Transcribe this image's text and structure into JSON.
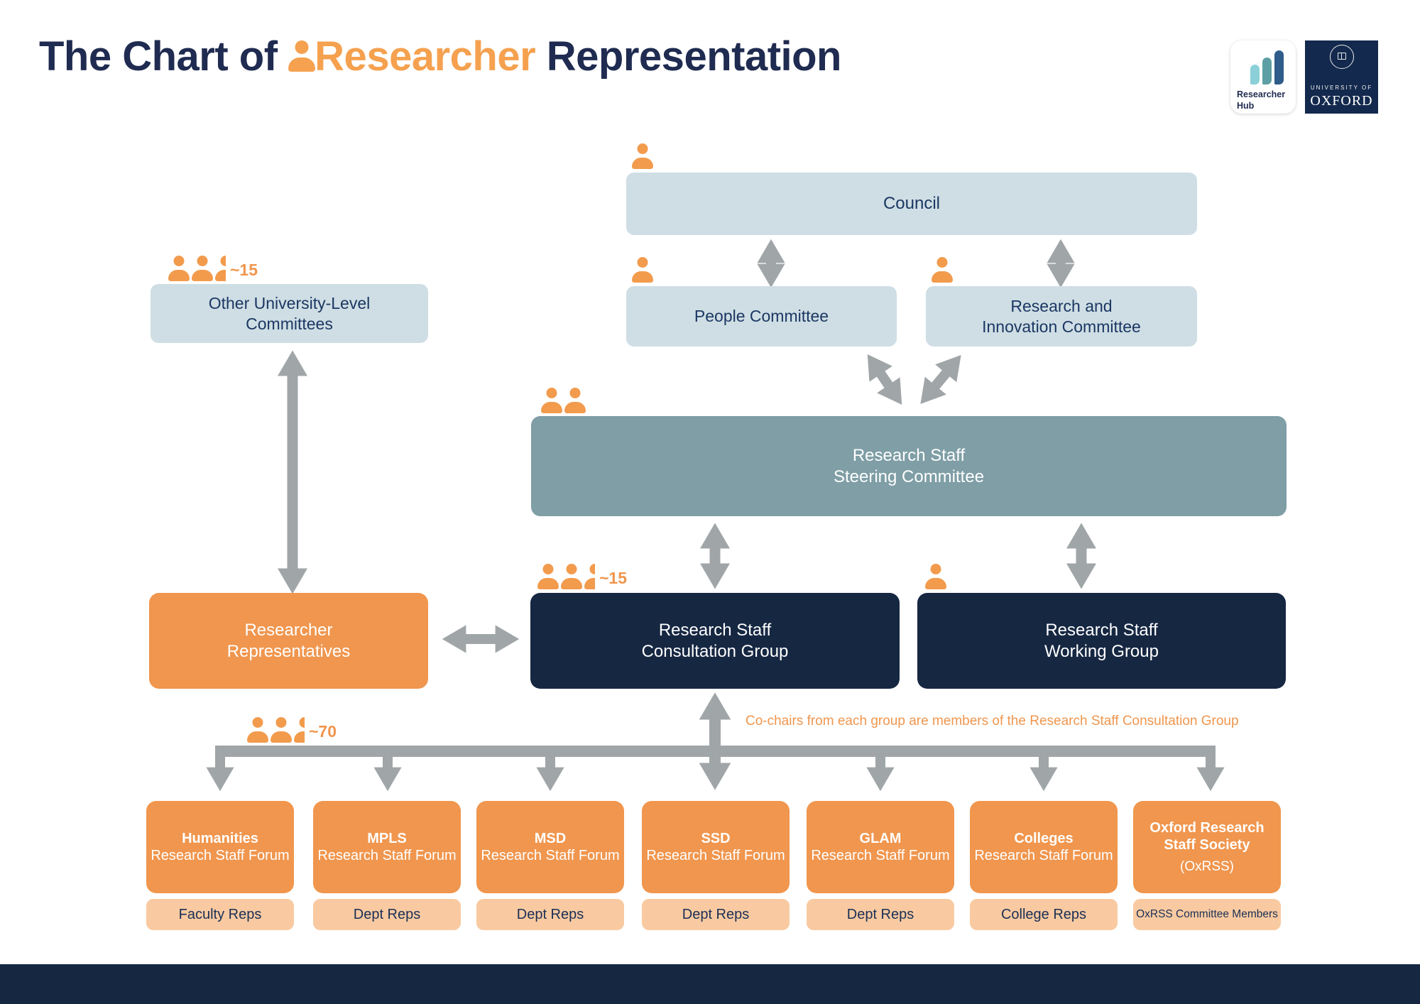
{
  "title": {
    "prefix": "The Chart of ",
    "highlight": "Researcher",
    "suffix": " Representation"
  },
  "logos": {
    "hub": {
      "line1": "Researcher",
      "line2": "Hub"
    },
    "oxford": {
      "line1": "UNIVERSITY OF",
      "line2": "OXFORD"
    }
  },
  "colors": {
    "navy": "#162742",
    "orange": "#f0964e",
    "light_blue": "#cfdee4",
    "teal": "#7f9ea6",
    "peach": "#f9caa1",
    "arrow_gray": "#a0a6a8",
    "title_navy": "#1f2b50"
  },
  "nodes": {
    "council": {
      "label": "Council"
    },
    "people": {
      "label": "People Committee"
    },
    "rni": {
      "line1": "Research and",
      "line2": "Innovation Committee"
    },
    "other": {
      "line1": "Other University-Level",
      "line2": "Committees",
      "count": "~15"
    },
    "steering": {
      "line1": "Research Staff",
      "line2": "Steering Committee"
    },
    "reps": {
      "line1": "Researcher",
      "line2": "Representatives"
    },
    "consultation": {
      "line1": "Research Staff",
      "line2": "Consultation Group",
      "count": "~15"
    },
    "working": {
      "line1": "Research Staff",
      "line2": "Working Group"
    }
  },
  "note": "Co-chairs from each group are members of the Research Staff Consultation Group",
  "forums": {
    "count": "~70",
    "items": [
      {
        "name": "Humanities",
        "body": "Research Staff Forum",
        "reps": "Faculty Reps"
      },
      {
        "name": "MPLS",
        "body": "Research Staff Forum",
        "reps": "Dept Reps"
      },
      {
        "name": "MSD",
        "body": "Research Staff Forum",
        "reps": "Dept Reps"
      },
      {
        "name": "SSD",
        "body": "Research Staff Forum",
        "reps": "Dept Reps"
      },
      {
        "name": "GLAM",
        "body": "Research Staff Forum",
        "reps": "Dept Reps"
      },
      {
        "name": "Colleges",
        "body": "Research Staff Forum",
        "reps": "College Reps"
      },
      {
        "name": "Oxford Research Staff Society",
        "body": "(OxRSS)",
        "reps": "OxRSS Committee Members"
      }
    ]
  }
}
